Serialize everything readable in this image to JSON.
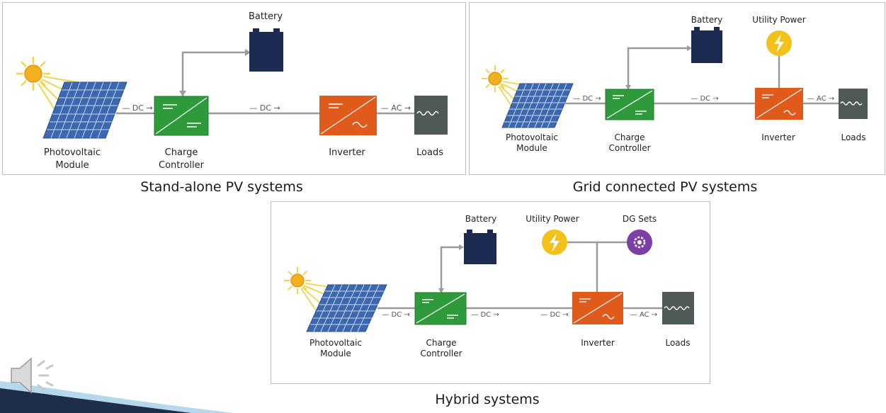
{
  "colors": {
    "panel_border": "#bdbdbd",
    "pv_panel": "#3b68b0",
    "pv_grid": "#c9d7ee",
    "sun": "#f2b01e",
    "sun_ray": "#f5d34a",
    "battery": "#1d2a52",
    "charge_controller": "#2f9a3b",
    "inverter": "#e05a1c",
    "loads": "#4f5a55",
    "utility_power": "#f2c21a",
    "dg_sets": "#7b3fa6",
    "connector": "#9a9a9a"
  },
  "diagrams": {
    "standalone": {
      "caption": "Stand-alone PV systems",
      "battery": "Battery",
      "pv_line1": "Photovoltaic",
      "pv_line2": "Module",
      "cc_line1": "Charge",
      "cc_line2": "Controller",
      "inverter": "Inverter",
      "loads": "Loads",
      "dc1": "— DC →",
      "dc2": "— DC →",
      "ac": "— AC →"
    },
    "grid": {
      "caption": "Grid connected PV systems",
      "battery": "Battery",
      "utility": "Utility Power",
      "pv_line1": "Photovoltaic",
      "pv_line2": "Module",
      "cc_line1": "Charge",
      "cc_line2": "Controller",
      "inverter": "Inverter",
      "loads": "Loads",
      "dc1": "— DC →",
      "dc2": "— DC →",
      "ac": "— AC →"
    },
    "hybrid": {
      "caption": "Hybrid systems",
      "battery": "Battery",
      "utility": "Utility Power",
      "dg": "DG Sets",
      "pv_line1": "Photovoltaic",
      "pv_line2": "Module",
      "cc_line1": "Charge",
      "cc_line2": "Controller",
      "inverter": "Inverter",
      "loads": "Loads",
      "dc1": "— DC →",
      "dc2": "— DC →",
      "dc3": "— DC →",
      "ac": "— AC →"
    }
  }
}
